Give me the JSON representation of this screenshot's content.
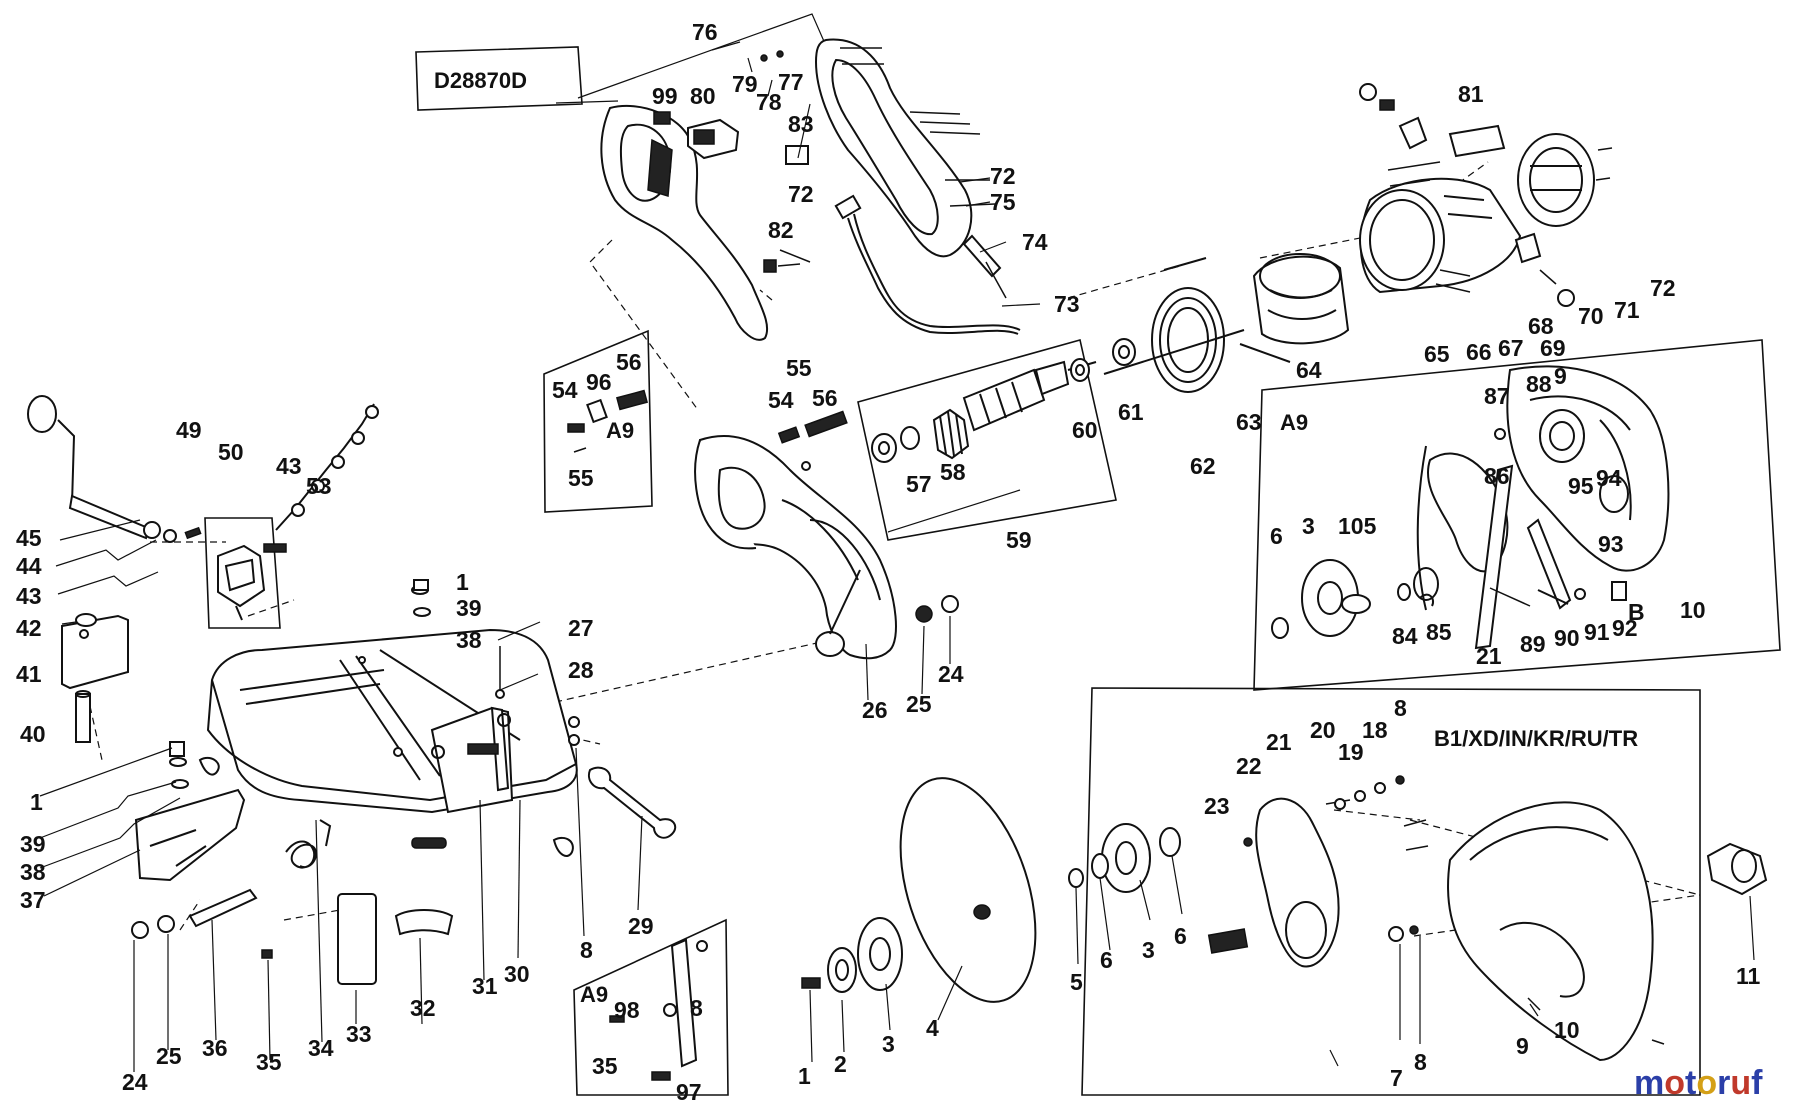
{
  "model": "D28870D",
  "regions": {
    "a9_top": "A9",
    "a9_guard": "A9",
    "a9_bottom": "A9",
    "b1": "B1/XD/IN/KR/RU/TR"
  },
  "labels": {
    "p1": "1",
    "p2": "2",
    "p3": "3",
    "p4": "4",
    "p5": "5",
    "p6": "6",
    "p7": "7",
    "p8": "8",
    "p9": "9",
    "p10": "10",
    "p11": "11",
    "p18": "18",
    "p19": "19",
    "p20": "20",
    "p21": "21",
    "p22": "22",
    "p23": "23",
    "p24": "24",
    "p25": "25",
    "p26": "26",
    "p27": "27",
    "p28": "28",
    "p29": "29",
    "p30": "30",
    "p31": "31",
    "p32": "32",
    "p33": "33",
    "p34": "34",
    "p35": "35",
    "p36": "36",
    "p37": "37",
    "p38": "38",
    "p39": "39",
    "p40": "40",
    "p41": "41",
    "p42": "42",
    "p43": "43",
    "p44": "44",
    "p45": "45",
    "p49": "49",
    "p50": "50",
    "p53": "53",
    "p54": "54",
    "p55": "55",
    "p56": "56",
    "p57": "57",
    "p58": "58",
    "p59": "59",
    "p60": "60",
    "p61": "61",
    "p62": "62",
    "p63": "63",
    "p64": "64",
    "p65": "65",
    "p66": "66",
    "p67": "67",
    "p68": "68",
    "p69": "69",
    "p70": "70",
    "p71": "71",
    "p72": "72",
    "p73": "73",
    "p74": "74",
    "p75": "75",
    "p76": "76",
    "p77": "77",
    "p78": "78",
    "p79": "79",
    "p80": "80",
    "p81": "81",
    "p82": "82",
    "p83": "83",
    "p84": "84",
    "p85": "85",
    "p86": "86",
    "p87": "87",
    "p88": "88",
    "p89": "89",
    "p90": "90",
    "p91": "91",
    "p92": "92",
    "p93": "93",
    "p94": "94",
    "p95": "95",
    "p96": "96",
    "p97": "97",
    "p98": "98",
    "p99": "99",
    "p105": "105",
    "pB": "B"
  },
  "watermark": {
    "text": "motoruf",
    "colors": [
      "#2b3fa8",
      "#c0392b",
      "#2b3fa8",
      "#d4a017",
      "#2b3fa8",
      "#c0392b",
      "#2b3fa8"
    ]
  }
}
